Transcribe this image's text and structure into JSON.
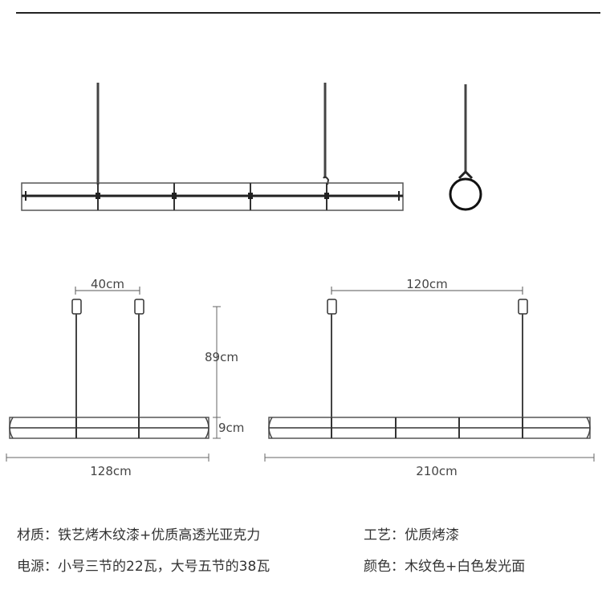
{
  "dimensions": {
    "small_spacing": "40cm",
    "large_spacing": "120cm",
    "cable_height": "89cm",
    "fixture_height": "9cm",
    "small_length": "128cm",
    "large_length": "210cm"
  },
  "specs": {
    "material_label": "材质：",
    "material_value": "铁艺烤木纹漆+优质高透光亚克力",
    "process_label": "工艺：",
    "process_value": "优质烤漆",
    "power_label": "电源：",
    "power_value": "小号三节的22瓦，大号五节的38瓦",
    "color_label": "颜色：",
    "color_value": "木纹色+白色发光面"
  }
}
